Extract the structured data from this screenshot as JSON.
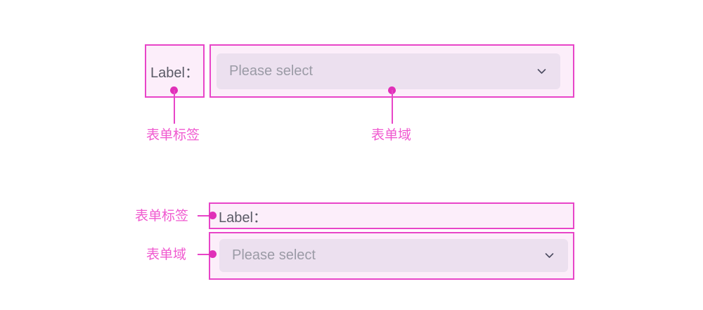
{
  "accent": {
    "annotation_border": "#e845c8",
    "annotation_fill": "#fceefa",
    "annotation_dot": "#e030b8",
    "annotation_text": "#f05ad0",
    "field_fill": "#ece0ef",
    "label_text": "#5a5a66",
    "placeholder_text": "#9b9ba6",
    "page_background": "#ffffff"
  },
  "annotations": {
    "form_label": "表单标签",
    "form_field": "表单域"
  },
  "examples": {
    "horizontal": {
      "label": "Label：",
      "placeholder": "Please select",
      "dropdown_icon": "chevron-down-icon"
    },
    "vertical": {
      "label": "Label：",
      "placeholder": "Please select",
      "dropdown_icon": "chevron-down-icon"
    }
  }
}
